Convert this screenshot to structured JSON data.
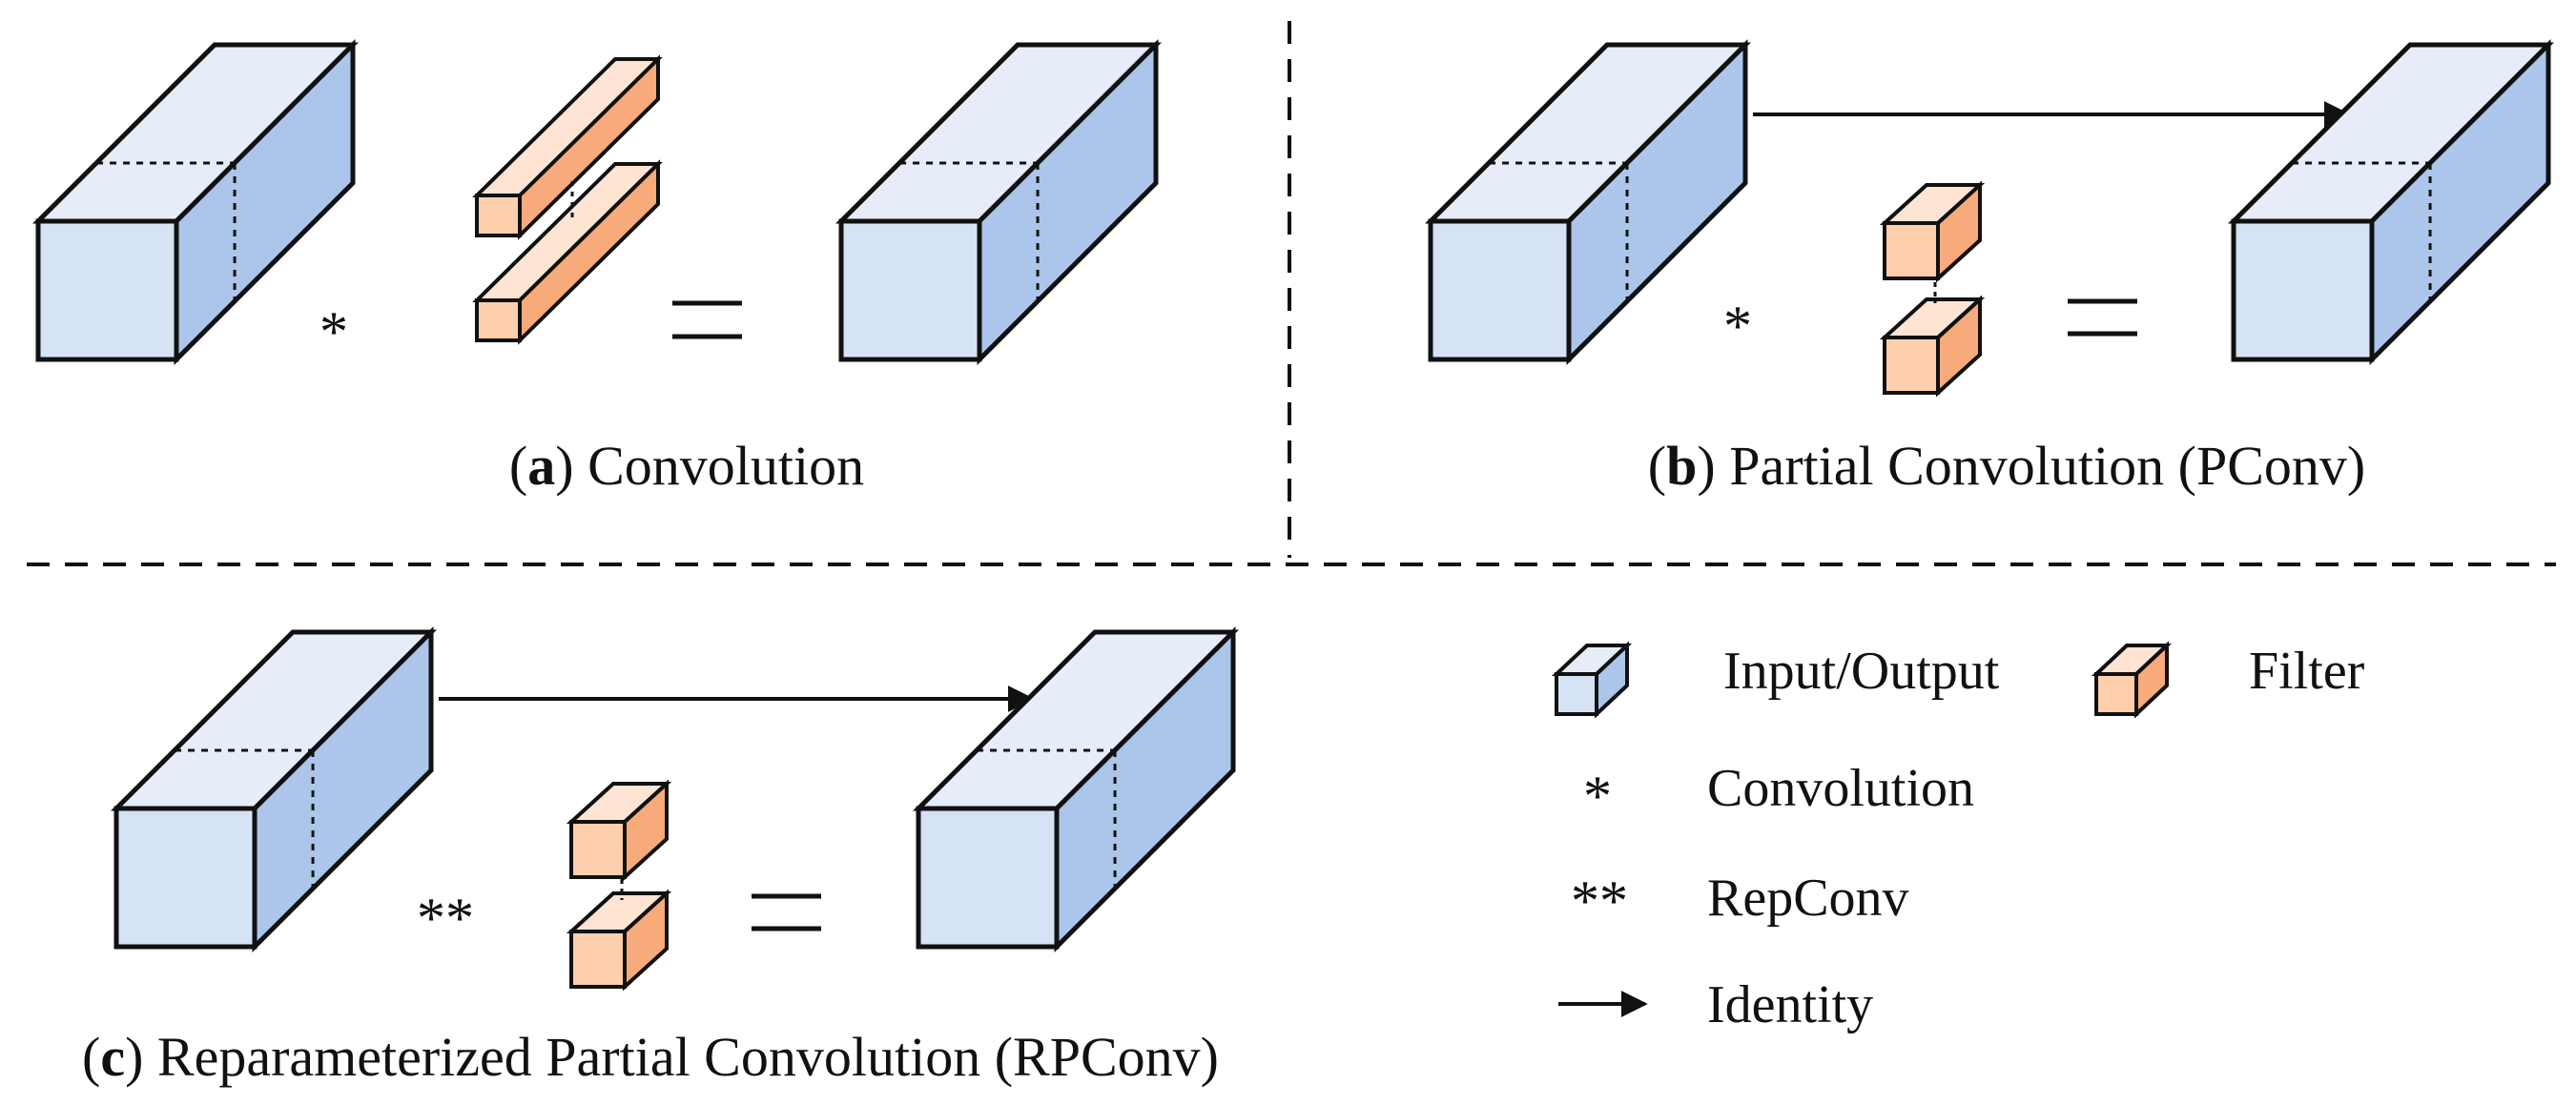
{
  "colors": {
    "blue_front": "#d6e3f4",
    "blue_top": "#e6edf8",
    "blue_side": "#abc6ea",
    "orange_front": "#fdcfad",
    "orange_top": "#fde4d3",
    "orange_side": "#f7aa7a",
    "stroke": "#111111"
  },
  "panels": {
    "a": {
      "caption_letter": "a",
      "caption_text": "Convolution",
      "operator": "*",
      "equals": "="
    },
    "b": {
      "caption_letter": "b",
      "caption_text": "Partial Convolution (PConv)",
      "operator": "*",
      "equals": "="
    },
    "c": {
      "caption_letter": "c",
      "caption_text": "Reparameterized Partial Convolution (RPConv)",
      "operator": "**",
      "equals": "="
    }
  },
  "legend": {
    "input_output": "Input/Output",
    "filter": "Filter",
    "convolution_symbol": "*",
    "convolution": "Convolution",
    "repconv_symbol": "**",
    "repconv": "RepConv",
    "identity": "Identity"
  }
}
